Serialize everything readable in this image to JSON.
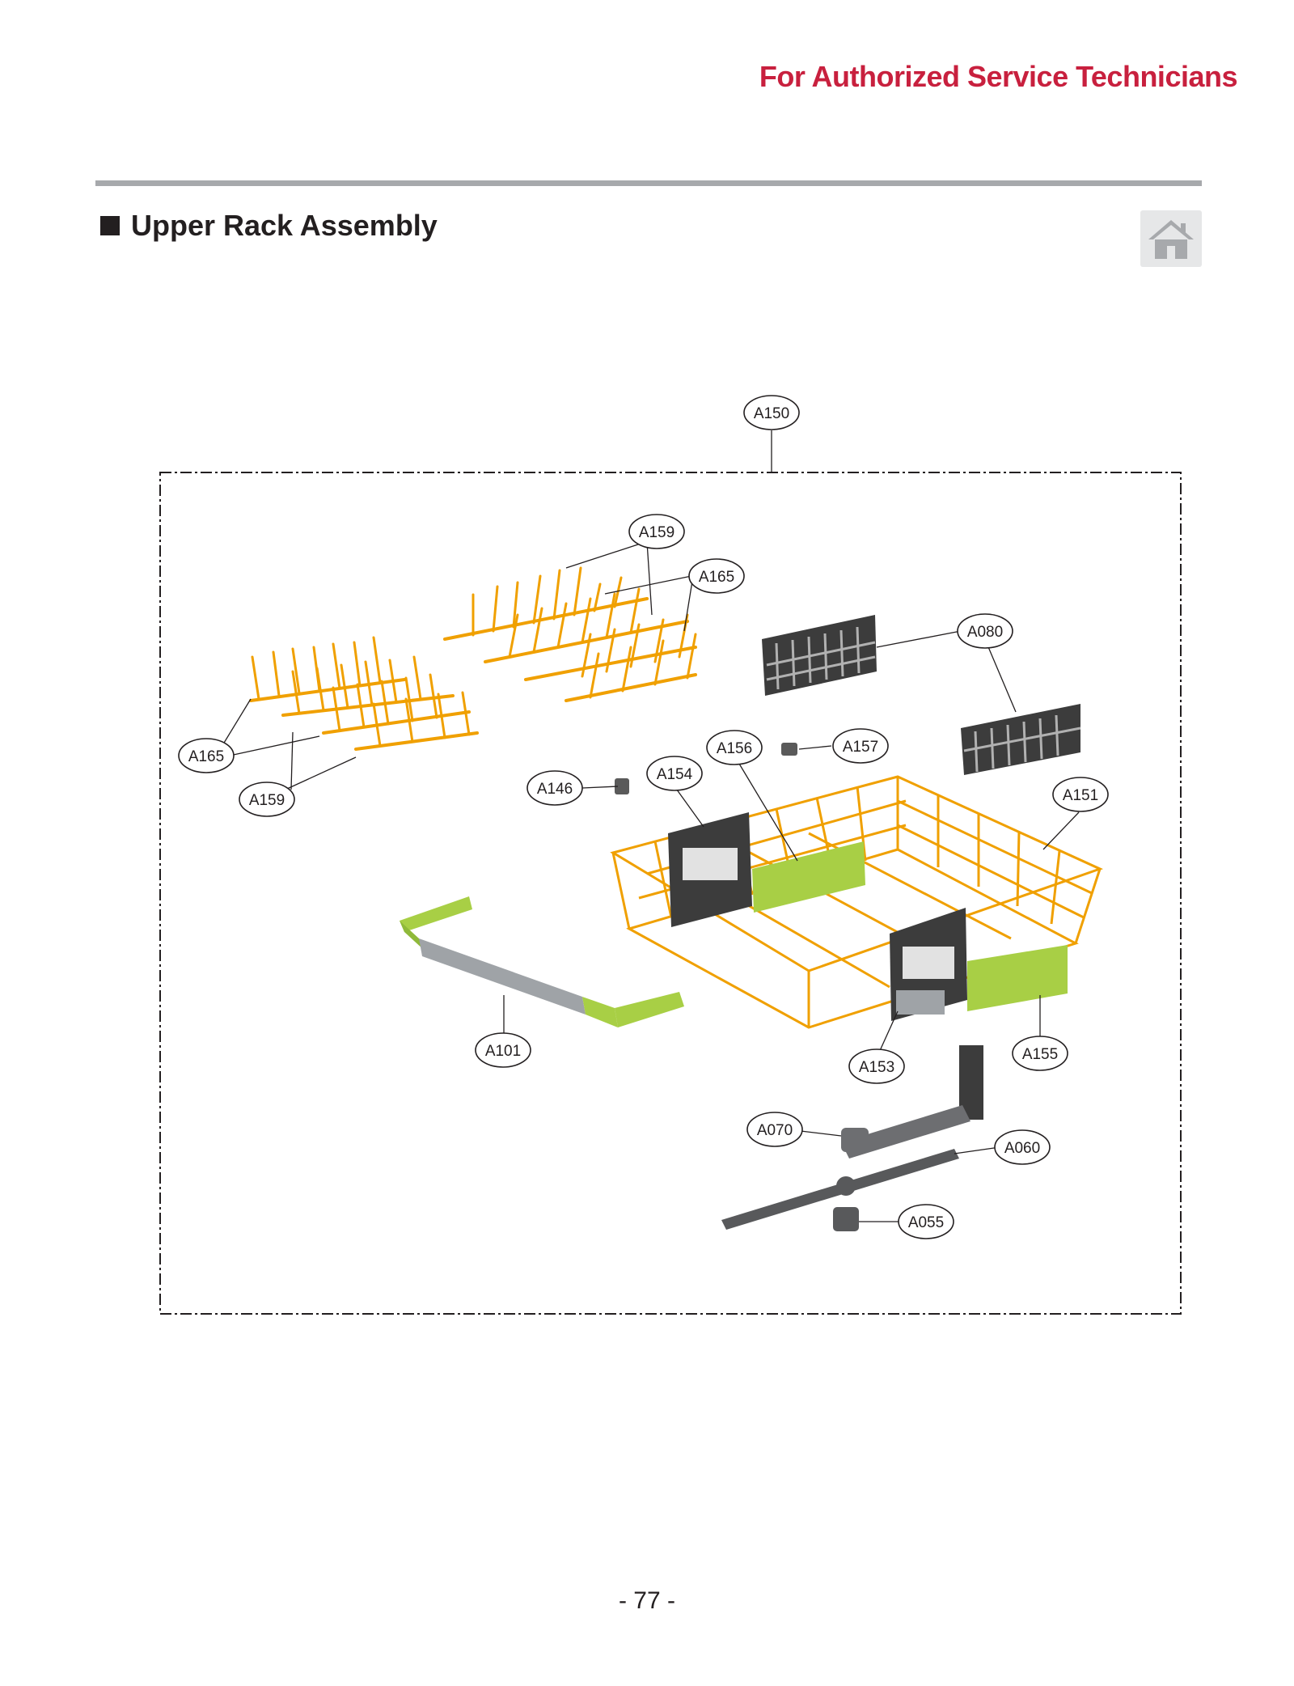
{
  "header": {
    "note": "For Authorized Service Technicians",
    "note_color": "#c8203e"
  },
  "section": {
    "title": "Upper Rack Assembly",
    "home_icon": "home-icon"
  },
  "callouts": {
    "a150": "A150",
    "a159_top": "A159",
    "a165_top": "A165",
    "a080": "A080",
    "a165_left": "A165",
    "a159_left": "A159",
    "a156": "A156",
    "a157": "A157",
    "a146": "A146",
    "a154": "A154",
    "a151": "A151",
    "a101": "A101",
    "a153": "A153",
    "a155": "A155",
    "a070": "A070",
    "a060": "A060",
    "a055": "A055"
  },
  "colors": {
    "rack_wire": "#f0a000",
    "plastic_dark": "#3c3c3c",
    "plastic_green": "#a8cf45",
    "handle_grey": "#9fa3a7"
  },
  "footer": {
    "page_number": "- 77 -"
  }
}
